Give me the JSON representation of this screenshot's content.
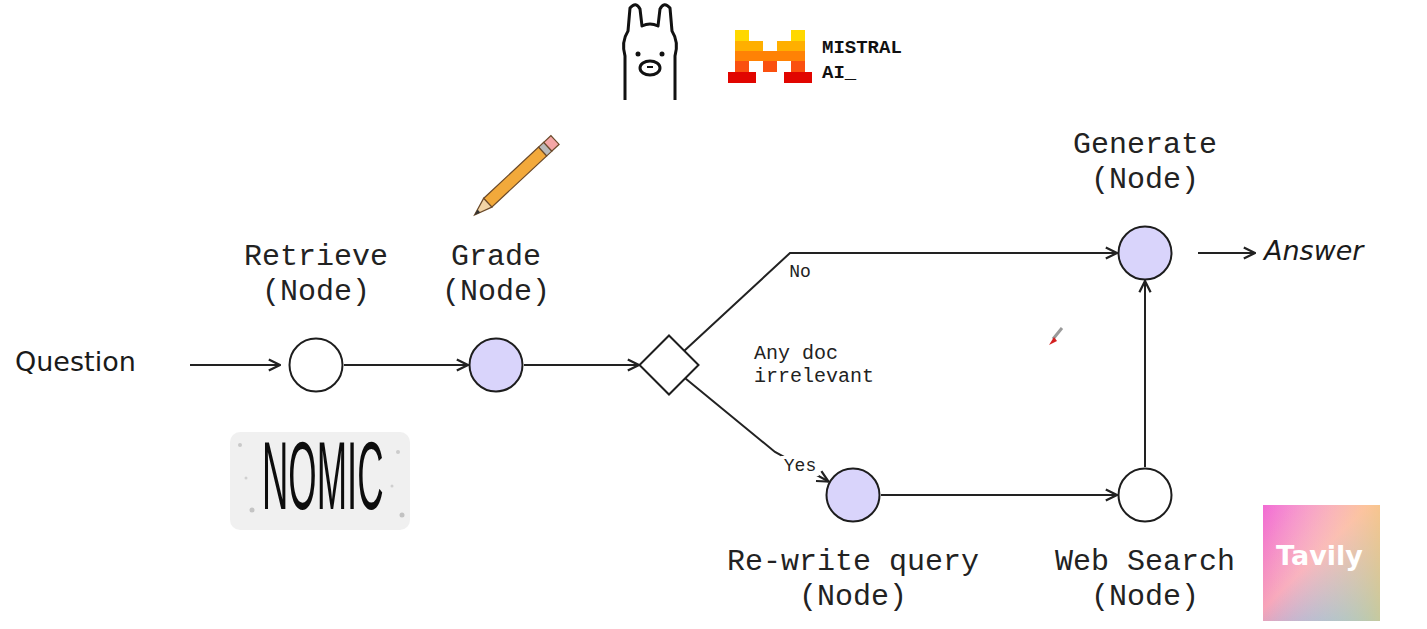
{
  "diagram": {
    "nodes": [
      {
        "text": [
          "Retrieve (Node)"
        ]
      },
      {
        "text": [
          "Grade (Node)"
        ]
      },
      {
        "text": [
          "Any doc irrelevant"
        ]
      },
      {
        "text": [
          "Re-write query (Node)"
        ]
      },
      {
        "text": [
          "Web Search (Node)"
        ]
      },
      {
        "text": [
          "Generate (Node)"
        ]
      }
    ],
    "edges": [
      {
        "from": 0,
        "to": 1,
        "arrow": "to"
      },
      {
        "from": 1,
        "to": 2,
        "arrow": "to"
      },
      {
        "from": 2,
        "to": 5,
        "label": "No",
        "arrow": "to"
      },
      {
        "from": 2,
        "to": 3,
        "label": "Yes",
        "arrow": "to"
      },
      {
        "from": 3,
        "to": 4,
        "arrow": "to"
      },
      {
        "from": 4,
        "to": 5,
        "arrow": "to"
      }
    ],
    "labels": [
      "Question",
      "Answer",
      "MISTRAL AI_",
      "NOMIC",
      "Tavily"
    ]
  }
}
